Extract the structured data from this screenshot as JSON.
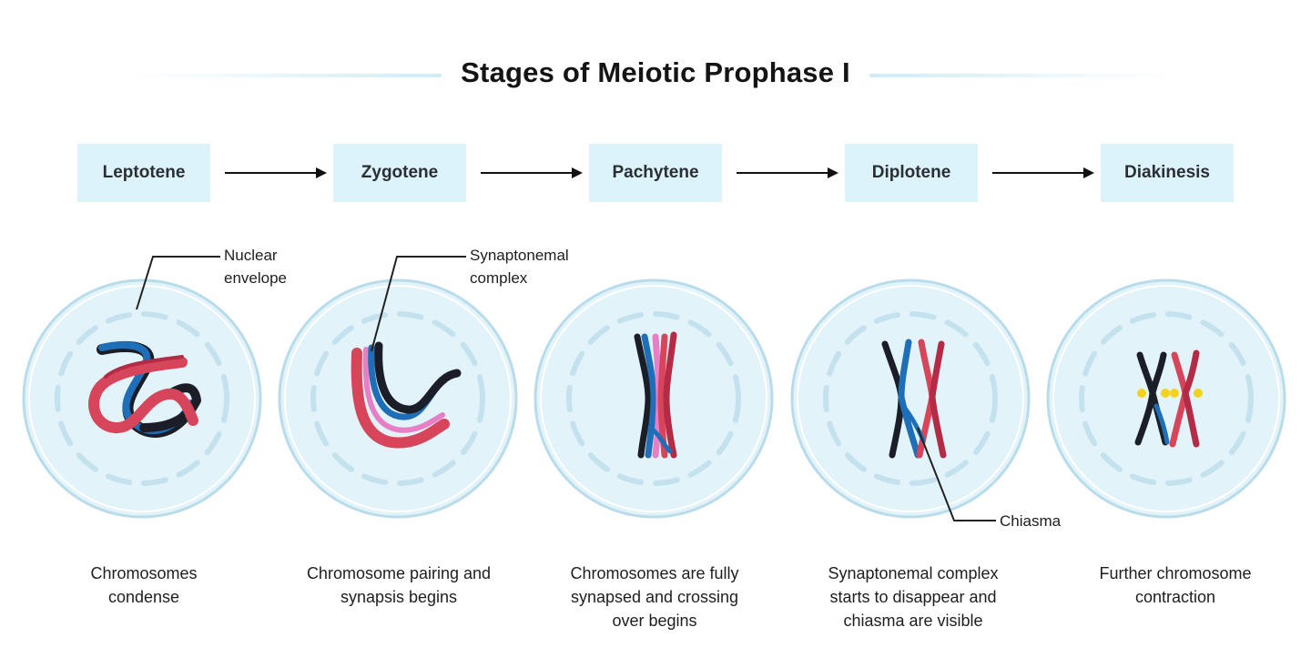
{
  "title": "Stages of Meiotic Prophase I",
  "stages": [
    {
      "name": "Leptotene",
      "caption_line1": "Chromosomes",
      "caption_line2": "condense",
      "caption_line3": ""
    },
    {
      "name": "Zygotene",
      "caption_line1": "Chromosome pairing and",
      "caption_line2": "synapsis begins",
      "caption_line3": ""
    },
    {
      "name": "Pachytene",
      "caption_line1": "Chromosomes are fully",
      "caption_line2": "synapsed and crossing",
      "caption_line3": "over begins"
    },
    {
      "name": "Diplotene",
      "caption_line1": "Synaptonemal complex",
      "caption_line2": "starts to disappear and",
      "caption_line3": "chiasma are visible"
    },
    {
      "name": "Diakinesis",
      "caption_line1": "Further chromosome",
      "caption_line2": "contraction",
      "caption_line3": ""
    }
  ],
  "labels": {
    "nuclear_envelope_1": "Nuclear",
    "nuclear_envelope_2": "envelope",
    "synaptonemal_1": "Synaptonemal",
    "synaptonemal_2": "complex",
    "chiasma": "Chiasma"
  },
  "colors": {
    "cell_fill": "#e3f3fa",
    "cell_border": "#b9dcea",
    "envelope_dash": "#c4e1ee",
    "chromosome_red": "#d6455a",
    "chromosome_darkred": "#b32b45",
    "chromosome_blue": "#1f6fb8",
    "chromosome_black": "#1b1e26",
    "chromosome_pink": "#e77fc6",
    "chiasma_dot": "#f2d21c"
  }
}
